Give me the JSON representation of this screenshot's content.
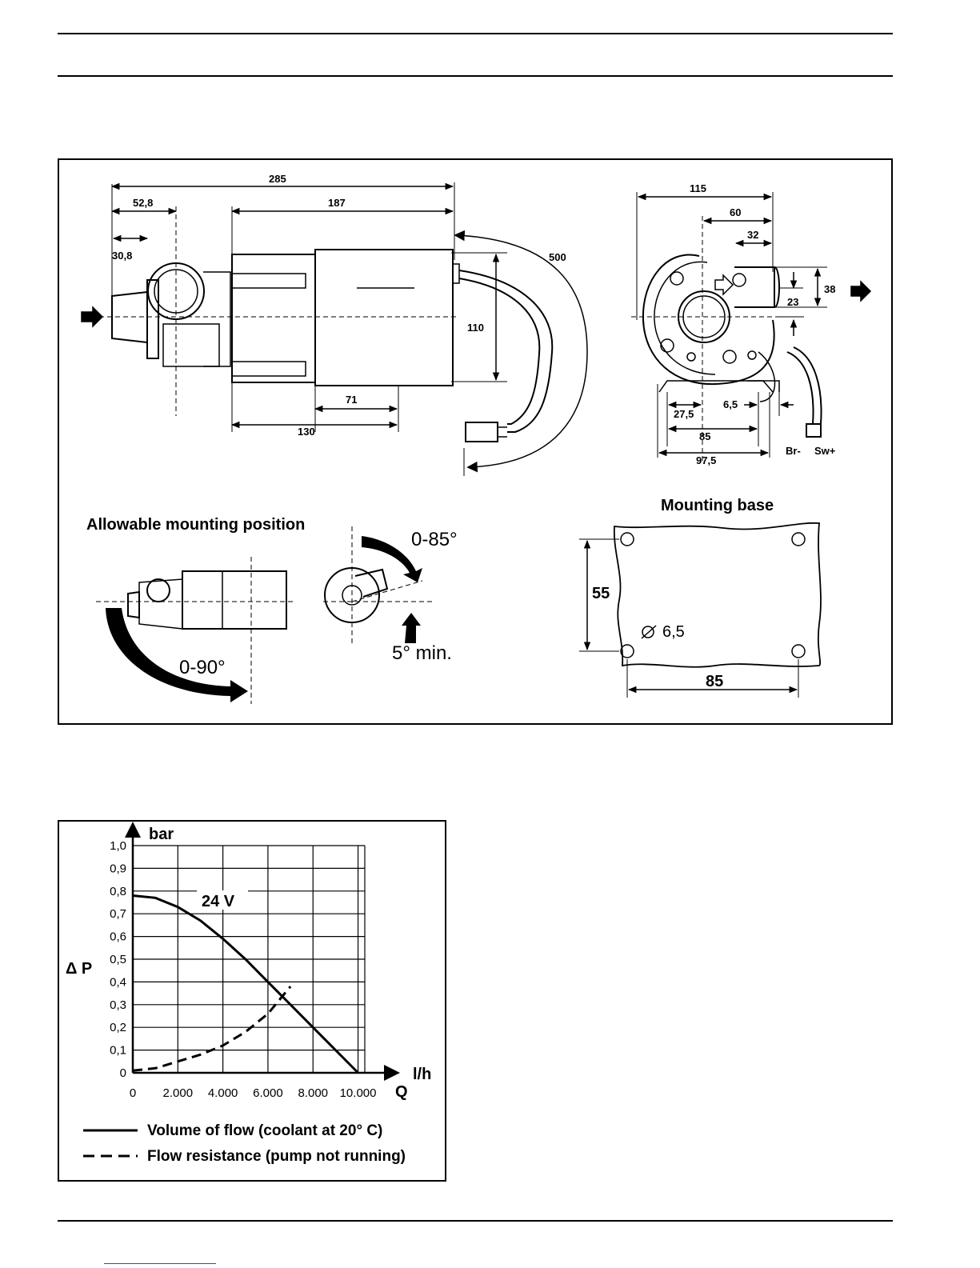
{
  "drawing": {
    "side_view": {
      "dims": [
        "285",
        "52,8",
        "187",
        "30,8",
        "500",
        "110",
        "71",
        "130"
      ]
    },
    "front_view": {
      "dims": [
        "115",
        "60",
        "32",
        "38",
        "23",
        "6,5",
        "27,5",
        "85",
        "97,5"
      ],
      "connector_labels": [
        "Br-",
        "Sw+"
      ]
    },
    "mounting_position": {
      "title": "Allowable mounting position",
      "angle_tilt": "0-90°",
      "angle_rotate": "0-85°",
      "min_angle": "5° min."
    },
    "mounting_base": {
      "title": "Mounting base",
      "height": "55",
      "width": "85",
      "hole": "6,5"
    }
  },
  "chart_data": {
    "type": "line",
    "y_unit": "bar",
    "y_label": "Δ P",
    "x_unit": "l/h",
    "x_label": "Q",
    "xlim": [
      0,
      10000
    ],
    "ylim": [
      0,
      1.0
    ],
    "x_ticks": [
      "0",
      "2.000",
      "4.000",
      "6.000",
      "8.000",
      "10.000"
    ],
    "y_ticks": [
      "0",
      "0,1",
      "0,2",
      "0,3",
      "0,4",
      "0,5",
      "0,6",
      "0,7",
      "0,8",
      "0,9",
      "1,0"
    ],
    "grid": true,
    "annotation": "24 V",
    "series": [
      {
        "name": "Volume of flow (coolant at 20° C)",
        "style": "solid",
        "x": [
          0,
          1000,
          2000,
          3000,
          4000,
          5000,
          6000,
          7000,
          8000,
          9000,
          10000
        ],
        "y": [
          0.78,
          0.77,
          0.73,
          0.67,
          0.59,
          0.5,
          0.4,
          0.3,
          0.2,
          0.1,
          0.0
        ]
      },
      {
        "name": "Flow resistance (pump not running)",
        "style": "dashed",
        "x": [
          0,
          1000,
          2000,
          3000,
          4000,
          5000,
          6000,
          7000
        ],
        "y": [
          0.01,
          0.02,
          0.05,
          0.08,
          0.12,
          0.18,
          0.26,
          0.38
        ]
      }
    ]
  }
}
